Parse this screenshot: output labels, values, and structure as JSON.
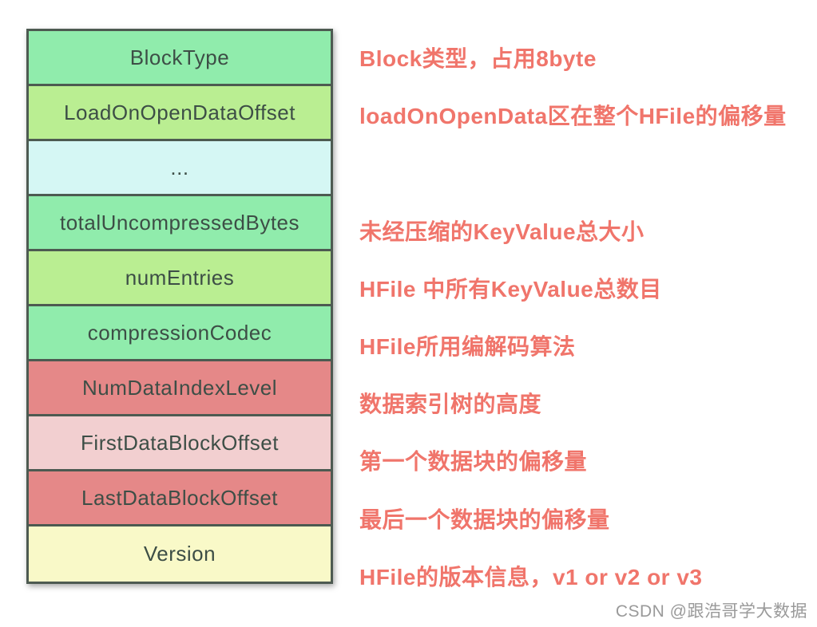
{
  "diagram": {
    "title_semantic": "HFile Trailer block structure",
    "rows": [
      {
        "label": "BlockType",
        "bg": "#90ecac",
        "annotation": "Block类型，占用8byte"
      },
      {
        "label": "LoadOnOpenDataOffset",
        "bg": "#baee92",
        "annotation": "loadOnOpenData区在整个HFile的偏移量"
      },
      {
        "label": "...",
        "bg": "#d5f7f4",
        "annotation": ""
      },
      {
        "label": "totalUncompressedBytes",
        "bg": "#90ecac",
        "annotation": "未经压缩的KeyValue总大小"
      },
      {
        "label": "numEntries",
        "bg": "#baee92",
        "annotation": "HFile 中所有KeyValue总数目"
      },
      {
        "label": "compressionCodec",
        "bg": "#90ecac",
        "annotation": "HFile所用编解码算法"
      },
      {
        "label": "NumDataIndexLevel",
        "bg": "#e58888",
        "annotation": "数据索引树的高度"
      },
      {
        "label": "FirstDataBlockOffset",
        "bg": "#f2cfd0",
        "annotation": "第一个数据块的偏移量"
      },
      {
        "label": "LastDataBlockOffset",
        "bg": "#e58888",
        "annotation": "最后一个数据块的偏移量"
      },
      {
        "label": "Version",
        "bg": "#f9f9c8",
        "annotation": "HFile的版本信息，v1 or v2 or v3"
      }
    ],
    "colors": {
      "green": "#90ecac",
      "light_green": "#baee92",
      "cyan": "#d5f7f4",
      "salmon": "#e58888",
      "pink": "#f2cfd0",
      "yellow": "#f9f9c8",
      "border": "#4d5a51",
      "label_text": "#3d4e46",
      "annotation_text": "#f0756b",
      "watermark_text": "#9a9a9a"
    }
  },
  "watermark": {
    "text": "CSDN @跟浩哥学大数据"
  }
}
